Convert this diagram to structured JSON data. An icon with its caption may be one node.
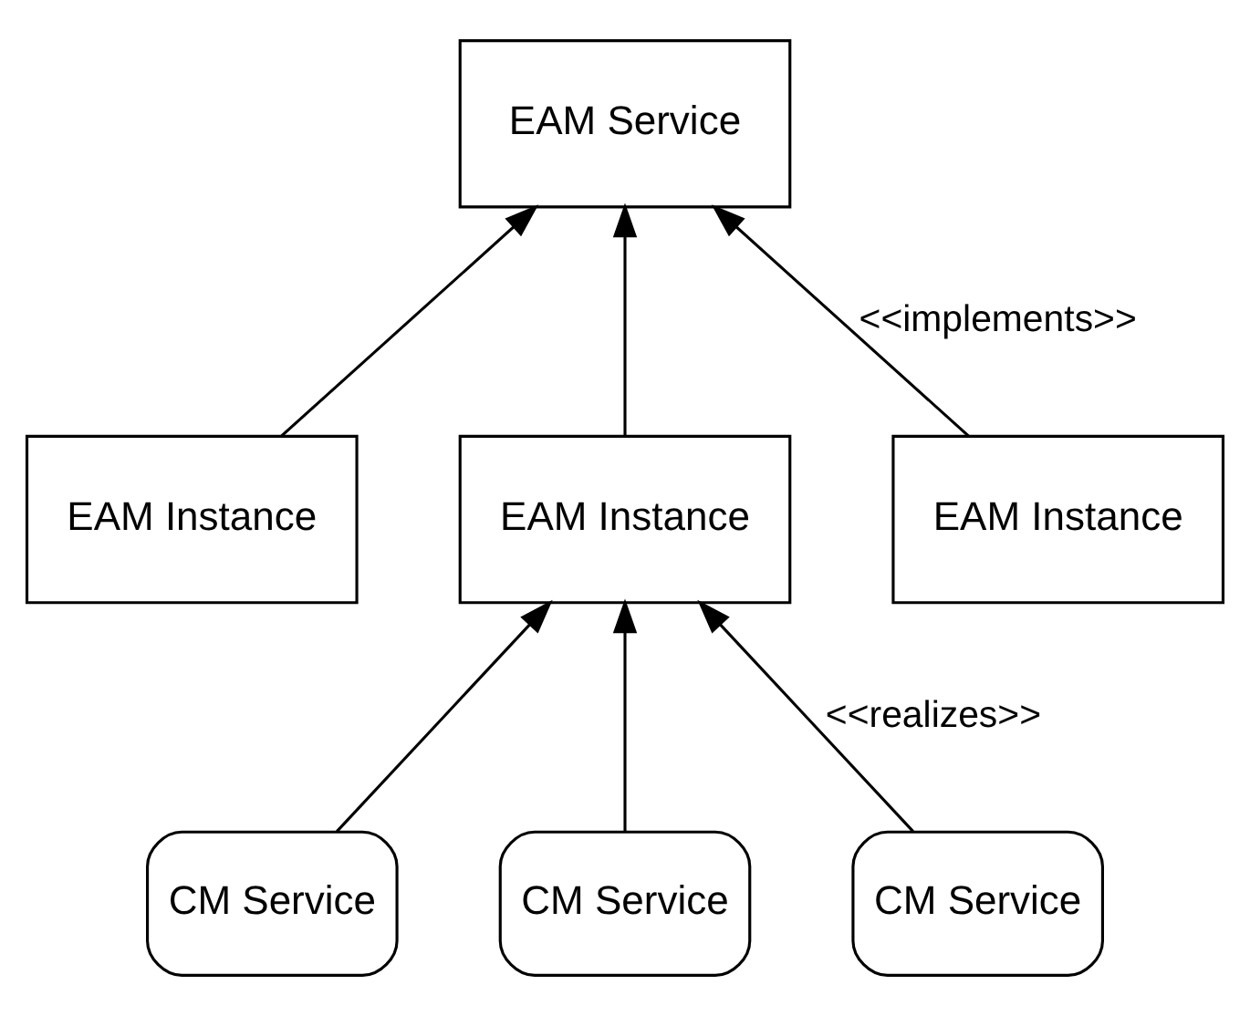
{
  "diagram": {
    "nodes": [
      {
        "text": [
          "EAM Service"
        ]
      },
      {
        "text": [
          "EAM Instance"
        ]
      },
      {
        "text": [
          "EAM Instance"
        ]
      },
      {
        "text": [
          "EAM Instance"
        ]
      },
      {
        "text": [
          "CM Service"
        ]
      },
      {
        "text": [
          "CM Service"
        ]
      },
      {
        "text": [
          "CM Service"
        ]
      }
    ],
    "edges": [
      {
        "from": 1,
        "to": 0,
        "arrow": "to"
      },
      {
        "from": 2,
        "to": 0,
        "arrow": "to"
      },
      {
        "from": 3,
        "to": 0,
        "arrow": "to",
        "label": "<<implements>>"
      },
      {
        "from": 4,
        "to": 2,
        "arrow": "to"
      },
      {
        "from": 5,
        "to": 2,
        "arrow": "to"
      },
      {
        "from": 6,
        "to": 2,
        "arrow": "to",
        "label": "<<realizes>>"
      }
    ]
  }
}
